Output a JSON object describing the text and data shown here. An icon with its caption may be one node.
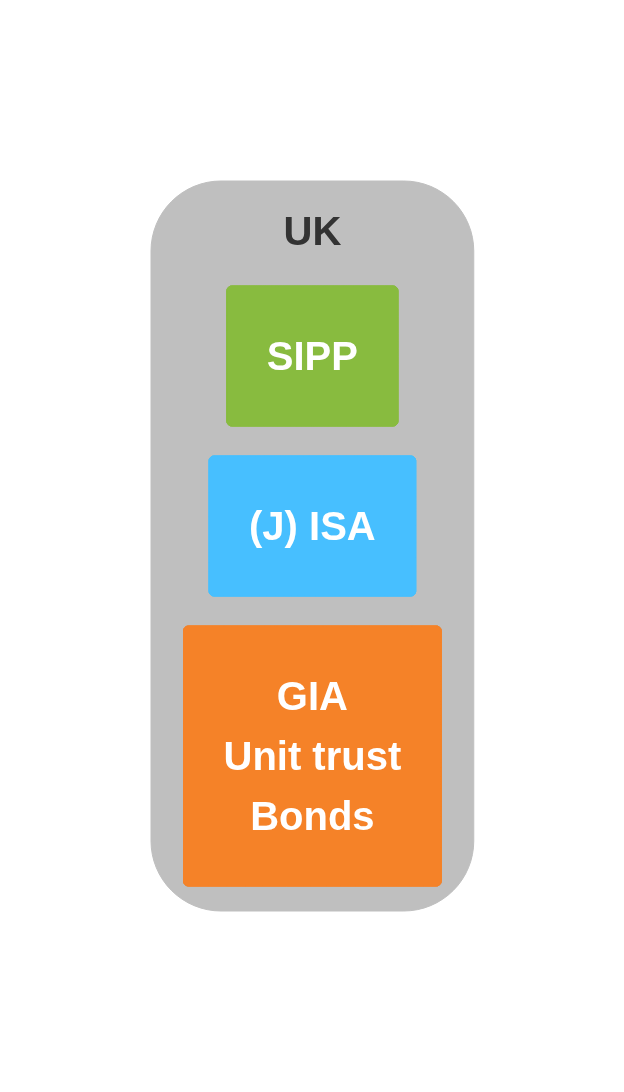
{
  "diagram": {
    "nodes": [
      {
        "text": [
          "UK"
        ]
      },
      {
        "text": [
          "SIPP"
        ],
        "in": 0
      },
      {
        "text": [
          "(J) ISA"
        ],
        "in": 0
      },
      {
        "text": [
          "GIA",
          "Unit trust",
          "Bonds"
        ],
        "in": 0
      }
    ]
  }
}
